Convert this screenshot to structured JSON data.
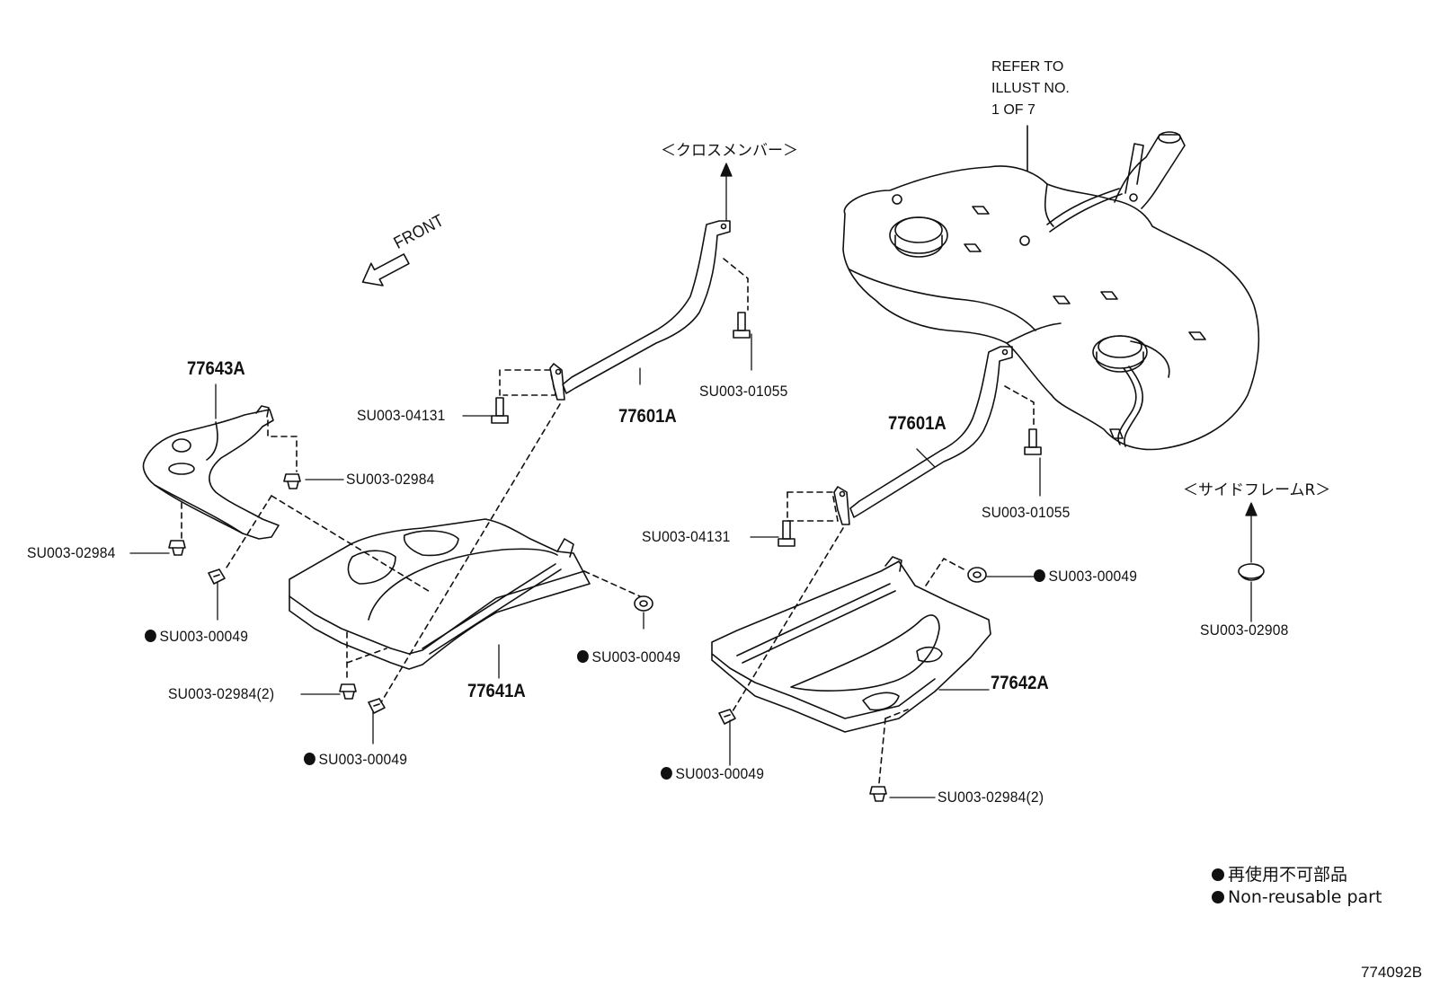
{
  "refer_note": [
    "REFER TO",
    "ILLUST NO.",
    "1 OF 7"
  ],
  "direction": {
    "front": "FRONT"
  },
  "destinations": {
    "cross_member": "＜クロスメンバー＞",
    "side_frame_r": "＜サイドフレームR＞"
  },
  "parts": {
    "cover_77643A": "77643A",
    "strap_left": "77601A",
    "strap_right": "77601A",
    "cover_77641A": "77641A",
    "cover_77642A": "77642A"
  },
  "fasteners": {
    "bolt_04131_left": "SU003-04131",
    "bolt_04131_right": "SU003-04131",
    "bolt_01055_left": "SU003-01055",
    "bolt_01055_right": "SU003-01055",
    "clip_02984_upper": "SU003-02984",
    "clip_02984_lower": "SU003-02984",
    "clip_02984_x2_left": "SU003-02984(2)",
    "clip_02984_x2_right": "SU003-02984(2)",
    "nut_00049_a": "SU003-00049",
    "nut_00049_b": "SU003-00049",
    "nut_00049_c": "SU003-00049",
    "nut_00049_d": "SU003-00049",
    "nut_00049_e": "SU003-00049",
    "plug_02908": "SU003-02908"
  },
  "legend": {
    "jp": "再使用不可部品",
    "en": "Non-reusable part"
  },
  "illustration_id": "774092B"
}
